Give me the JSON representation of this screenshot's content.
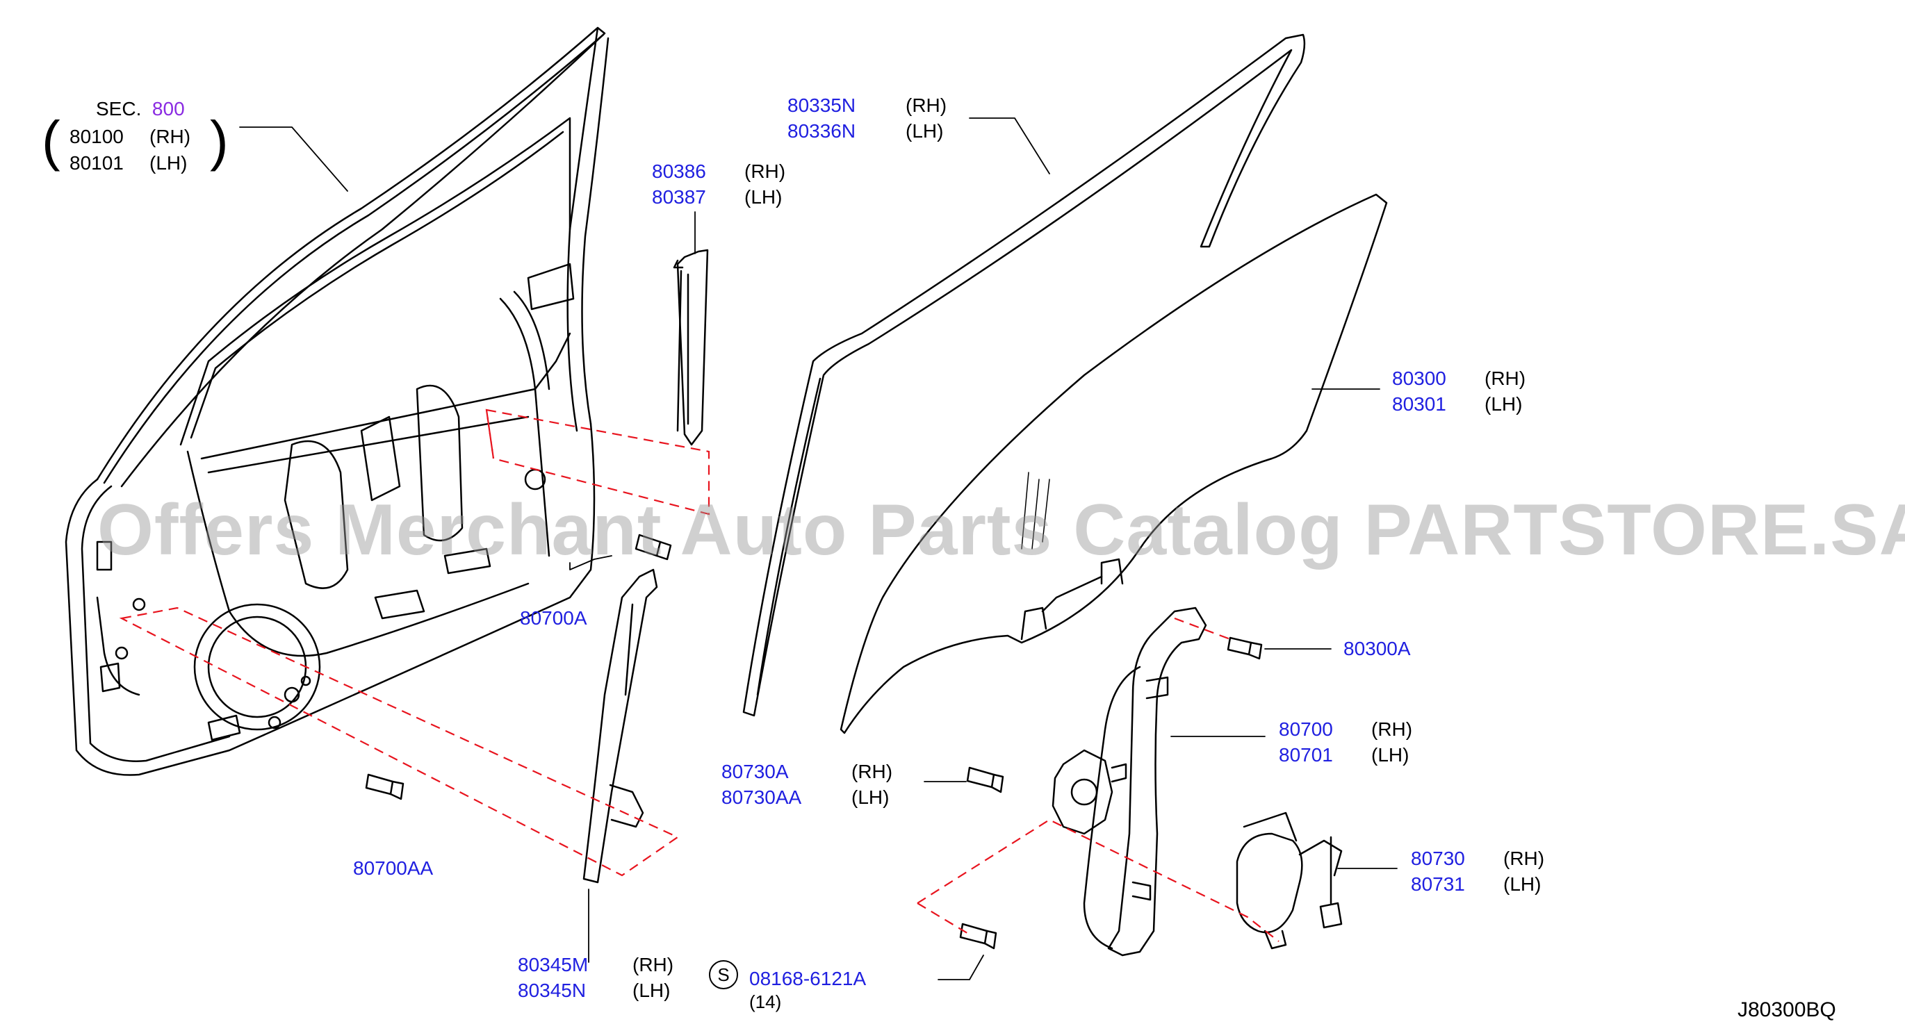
{
  "watermark": "Offers Merchant Auto Parts Catalog PARTSTORE.SA",
  "diagram_code": "J80300BQ",
  "sec": {
    "prefix": "SEC.",
    "number": "800"
  },
  "labels": {
    "door_panel": {
      "rh": "80100",
      "rh_side": "(RH)",
      "lh": "80101",
      "lh_side": "(LH)"
    },
    "sash_outer": {
      "rh": "80335N",
      "rh_side": "(RH)",
      "lh": "80336N",
      "lh_side": "(LH)"
    },
    "sash_front": {
      "rh": "80386",
      "rh_side": "(RH)",
      "lh": "80387",
      "lh_side": "(LH)"
    },
    "glass": {
      "rh": "80300",
      "rh_side": "(RH)",
      "lh": "80301",
      "lh_side": "(LH)"
    },
    "bolt_glass": {
      "pn": "80300A"
    },
    "bolt_regulator": {
      "pn": "80700A"
    },
    "regulator": {
      "rh": "80700",
      "rh_side": "(RH)",
      "lh": "80701",
      "lh_side": "(LH)"
    },
    "bolt_motor": {
      "rh": "80730A",
      "rh_side": "(RH)",
      "lh": "80730AA",
      "lh_side": "(LH)"
    },
    "bolt_lower": {
      "pn": "80700AA"
    },
    "motor": {
      "rh": "80730",
      "rh_side": "(RH)",
      "lh": "80731",
      "lh_side": "(LH)"
    },
    "guide_rear": {
      "rh": "80345M",
      "rh_side": "(RH)",
      "lh": "80345N",
      "lh_side": "(LH)"
    },
    "screw": {
      "symbol": "S",
      "pn": "08168-6121A",
      "qty": "(14)"
    }
  }
}
